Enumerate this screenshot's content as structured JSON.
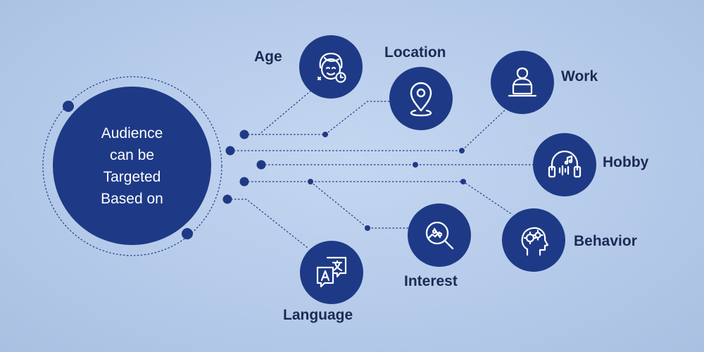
{
  "center": {
    "lines": [
      "Audience",
      "can be",
      "Targeted",
      "Based on"
    ]
  },
  "nodes": [
    {
      "id": "age",
      "label": "Age",
      "icon": "face-clock-icon"
    },
    {
      "id": "location",
      "label": "Location",
      "icon": "location-pin-icon"
    },
    {
      "id": "work",
      "label": "Work",
      "icon": "laptop-worker-icon"
    },
    {
      "id": "hobby",
      "label": "Hobby",
      "icon": "headphones-music-icon"
    },
    {
      "id": "behavior",
      "label": "Behavior",
      "icon": "head-gears-icon"
    },
    {
      "id": "interest",
      "label": "Interest",
      "icon": "magnifier-percent-icon"
    },
    {
      "id": "language",
      "label": "Language",
      "icon": "translate-bubbles-icon"
    }
  ],
  "colors": {
    "node": "#1e3a86",
    "line": "#1e3a86",
    "label": "#1c2a55",
    "background": "#b9cdeb"
  }
}
